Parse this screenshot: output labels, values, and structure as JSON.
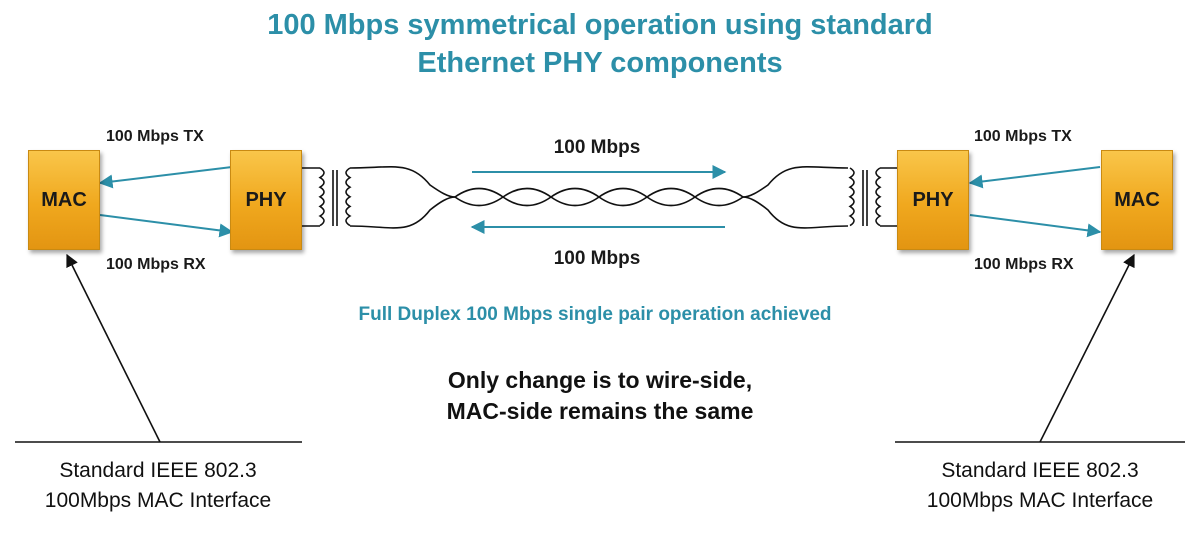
{
  "title": {
    "line1": "100 Mbps symmetrical operation using standard",
    "line2": "Ethernet PHY components"
  },
  "left": {
    "mac_label": "MAC",
    "phy_label": "PHY",
    "tx_label": "100 Mbps TX",
    "rx_label": "100 Mbps RX",
    "interface_line1": "Standard IEEE 802.3",
    "interface_line2": "100Mbps MAC Interface"
  },
  "right": {
    "mac_label": "MAC",
    "phy_label": "PHY",
    "tx_label": "100 Mbps TX",
    "rx_label": "100 Mbps RX",
    "interface_line1": "Standard IEEE 802.3",
    "interface_line2": "100Mbps MAC Interface"
  },
  "link": {
    "top_rate": "100 Mbps",
    "bottom_rate": "100 Mbps"
  },
  "duplex_text": "Full Duplex 100 Mbps single pair operation achieved",
  "note": {
    "line1": "Only change is to wire-side,",
    "line2": "MAC-side remains the same"
  },
  "colors": {
    "accent": "#2c8fa8",
    "box": "#f0a81e"
  }
}
